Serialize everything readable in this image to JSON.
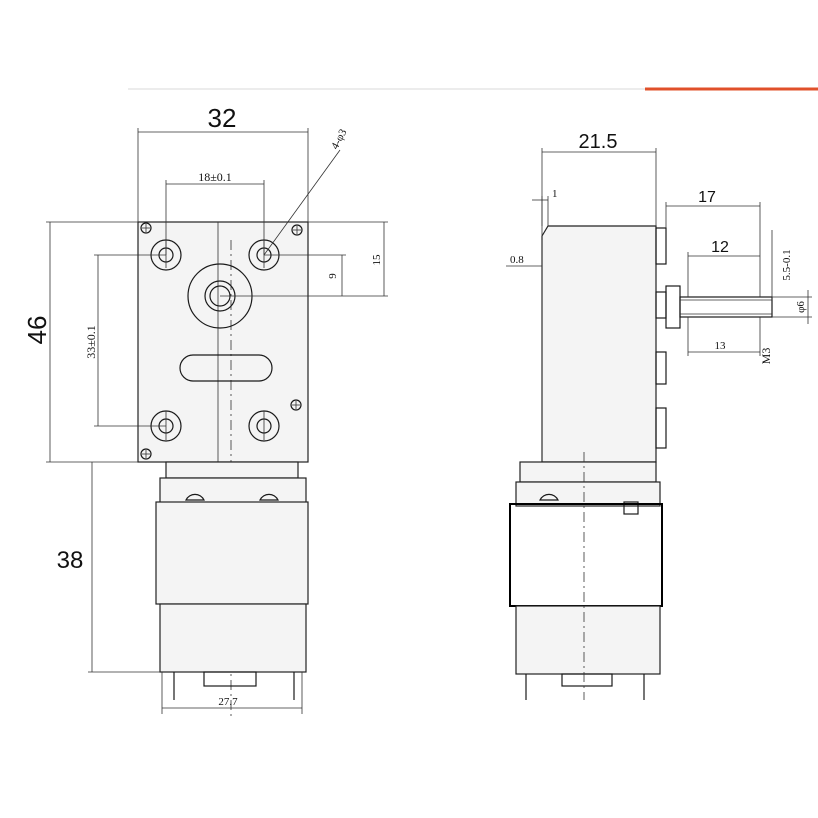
{
  "header": {
    "accent_color": "#e0502a",
    "rule_color": "#d8d8d8"
  },
  "front_view": {
    "width": "32",
    "mount_spacing": "18±0.1",
    "hole_spec": "4-φ3",
    "height": "46",
    "shaft_offset": "9",
    "shaft_height": "15",
    "vertical_spacing": "33±0.1",
    "motor_length": "38",
    "motor_width": "27.7"
  },
  "side_view": {
    "depth": "21.5",
    "flange": "1",
    "gap": "0.8",
    "shaft_total": "17",
    "shaft_flat": "12",
    "flat_depth": "5.5-0.1",
    "shaft_dia": "φ6",
    "thread_length": "13",
    "thread": "M3"
  }
}
